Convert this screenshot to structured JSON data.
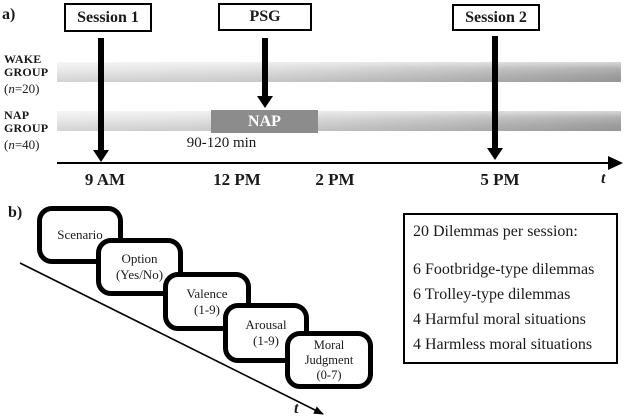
{
  "panel_a": {
    "label": "a)",
    "session1": "Session 1",
    "psg": "PSG",
    "session2": "Session 2",
    "wake_group": {
      "line1": "WAKE",
      "line2": "GROUP",
      "n_open": "(",
      "n_symbol": "n",
      "n_value": "=20)"
    },
    "nap_group": {
      "line1": "NAP",
      "line2": "GROUP",
      "n_open": "(",
      "n_symbol": "n",
      "n_value": "=40)"
    },
    "nap_label": "NAP",
    "nap_duration": "90-120 min",
    "time_labels": [
      "9 AM",
      "12 PM",
      "2 PM",
      "5 PM"
    ],
    "t_label": "t"
  },
  "panel_b": {
    "label": "b)",
    "boxes": [
      [
        "Scenario"
      ],
      [
        "Option",
        "(Yes/No)"
      ],
      [
        "Valence",
        "(1-9)"
      ],
      [
        "Arousal",
        "(1-9)"
      ],
      [
        "Moral",
        "Judgment",
        "(0-7)"
      ]
    ],
    "t_label": "t",
    "info_box": {
      "heading": "20 Dilemmas per session:",
      "items": [
        "6 Footbridge-type dilemmas",
        "6 Trolley-type dilemmas",
        "4 Harmful moral situations",
        "4 Harmless moral situations"
      ]
    }
  },
  "colors": {
    "nap_box": "#8c8c8c",
    "timeline_bar_left": "#eaeaea",
    "timeline_bar_right": "#a5a5a5"
  }
}
